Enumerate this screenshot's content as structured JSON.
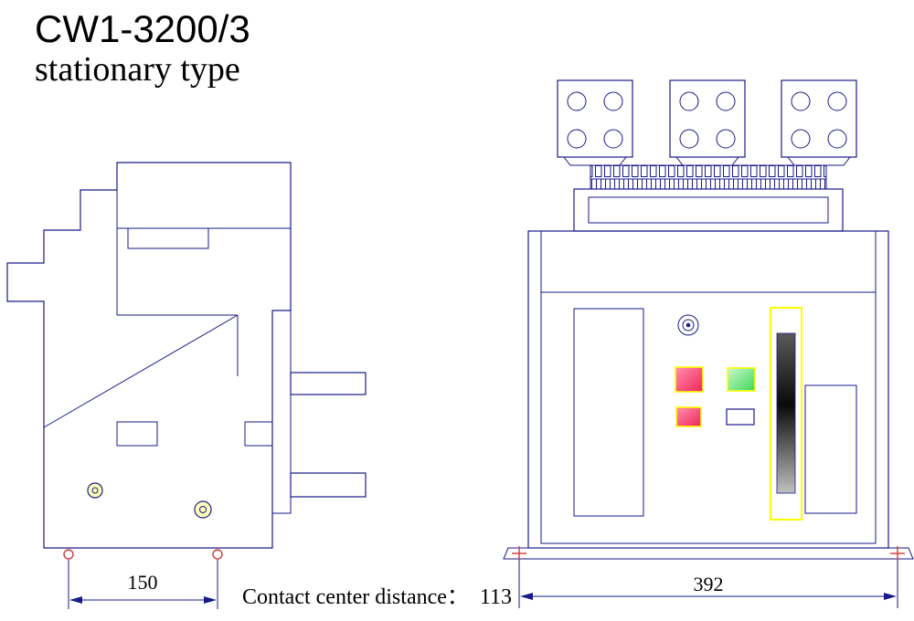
{
  "header": {
    "model": "CW1-3200/3",
    "variant": "stationary type"
  },
  "dimensions": {
    "side_width": "150",
    "front_width": "392"
  },
  "note": {
    "label": "Contact center distance：",
    "value": "113"
  },
  "colors": {
    "line": "#1a1a8a",
    "datum_red": "#cf3a3a",
    "highlight_yellow": "#ffff00",
    "pale_yellow": "#ffffb8",
    "button_pink_light": "#ff8fae",
    "button_pink_dark": "#f0265a",
    "button_green_light": "#c9f7cf",
    "button_green_dark": "#3fd957",
    "bar_top": "#5a5a5a",
    "bar_dark": "#0a0a0a",
    "bar_bottom": "#c0c0c0",
    "white": "#ffffff"
  }
}
